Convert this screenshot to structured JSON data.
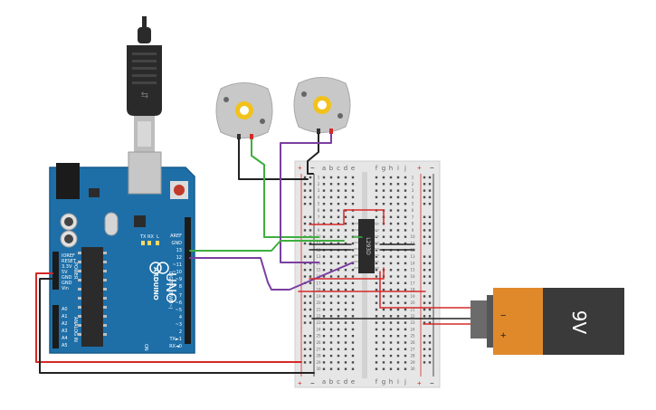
{
  "colors": {
    "arduino_blue": "#1E6FA8",
    "arduino_blue_dark": "#155C8E",
    "breadboard": "#E6E6E6",
    "wire_red": "#D62828",
    "wire_black": "#222222",
    "wire_green": "#3FAE3F",
    "wire_purple": "#7B3FA0",
    "battery_orange": "#E0892B",
    "battery_black": "#3A3A3A",
    "motor_grey": "#C8C8C8",
    "motor_gear": "#F2C21B"
  },
  "arduino": {
    "brand": "ARDUINO",
    "model": "UNO",
    "pin_aref": "AREF",
    "pin_gnd": "GND",
    "pin_13": "13",
    "pin_12": "12",
    "pin_11": "~11",
    "pin_10": "~10",
    "pin_9": "~9",
    "pin_8": "8",
    "pin_7": "7",
    "pin_6": "~6",
    "pin_5": "~5",
    "pin_4": "4",
    "pin_3": "~3",
    "pin_2": "2",
    "pin_tx": "TX►1",
    "pin_rx": "RX◄0",
    "digital_label": "DIGITAL (PWM~)",
    "power_label": "POWER",
    "analog_label": "ANALOG IN",
    "pwr_ioref": "IOREF",
    "pwr_reset": "RESET",
    "pwr_33v": "3.3V",
    "pwr_5v": "5V",
    "pwr_gnd1": "GND",
    "pwr_gnd2": "GND",
    "pwr_vin": "Vin",
    "a0": "A0",
    "a1": "A1",
    "a2": "A2",
    "a3": "A3",
    "a4": "A4",
    "a5": "A5",
    "led_tx": "TX",
    "led_rx": "RX",
    "led_l": "L",
    "led_on": "ON"
  },
  "breadboard": {
    "columns_left": [
      "a",
      "b",
      "c",
      "d",
      "e"
    ],
    "columns_right": [
      "f",
      "g",
      "h",
      "i",
      "j"
    ],
    "rows": [
      "1",
      "2",
      "3",
      "4",
      "5",
      "6",
      "7",
      "8",
      "9",
      "10",
      "11",
      "12",
      "13",
      "14",
      "15",
      "16",
      "17",
      "18",
      "19",
      "20",
      "21",
      "22",
      "23",
      "24",
      "25",
      "26",
      "27",
      "28",
      "29",
      "30"
    ],
    "rail_plus": "+",
    "rail_minus": "−"
  },
  "chip": {
    "label": "L293D"
  },
  "battery": {
    "voltage": "9V",
    "minus": "−",
    "plus": "+"
  }
}
